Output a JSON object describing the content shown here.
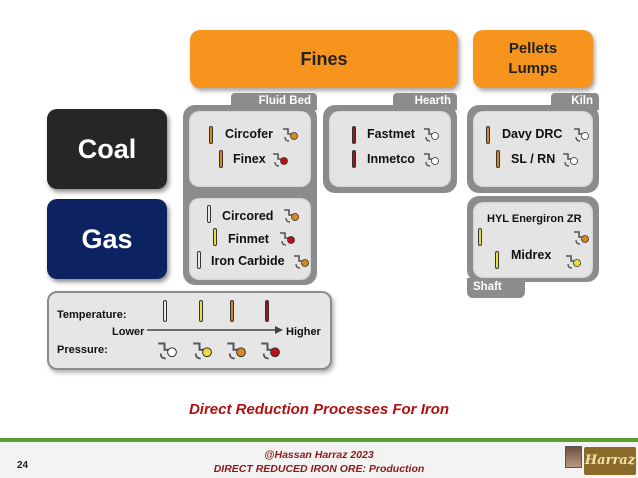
{
  "top": {
    "fines": "Fines",
    "pellets_line1": "Pellets",
    "pellets_line2": "Lumps"
  },
  "feeds": {
    "coal": "Coal",
    "gas": "Gas"
  },
  "groups": {
    "fluid_bed": "Fluid Bed",
    "hearth": "Hearth",
    "kiln": "Kiln",
    "shaft": "Shaft"
  },
  "processes": {
    "circofer": "Circofer",
    "finex": "Finex",
    "fastmet": "Fastmet",
    "inmetco": "Inmetco",
    "davy": "Davy DRC",
    "slrn": "SL / RN",
    "circored": "Circored",
    "finmet": "Finmet",
    "ironcarbide": "Iron Carbide",
    "hyl": "HYL Energiron ZR",
    "midrex": "Midrex"
  },
  "legend": {
    "temperature": "Temperature:",
    "lower": "Lower",
    "higher": "Higher",
    "pressure": "Pressure:"
  },
  "caption": "Direct Reduction Processes For Iron",
  "footer": {
    "page": "24",
    "line1": "@Hassan Harraz 2023",
    "line2": "DIRECT REDUCED IRON ORE: Production",
    "logo_text": "Harraz"
  },
  "colors": {
    "orange": "#f7941d",
    "coal": "#262626",
    "gas": "#0d2260",
    "panel": "#8c8c8c",
    "temp_white": "#e8e8e8",
    "temp_yellow": "#e8e03a",
    "temp_orange": "#d9891c",
    "temp_red": "#a01020",
    "footer_green": "#5aa02c",
    "caption_red": "#b01010"
  }
}
